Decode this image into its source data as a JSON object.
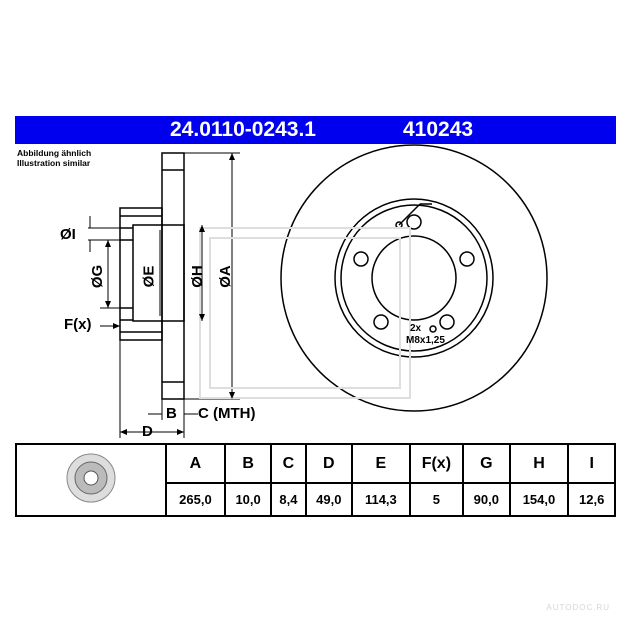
{
  "header": {
    "part_number": "24.0110-0243.1",
    "code": "410243"
  },
  "note": {
    "line1": "Abbildung ähnlich",
    "line2": "Illustration similar"
  },
  "drawing_labels": {
    "I": "ØI",
    "G": "ØG",
    "E": "ØE",
    "H": "ØH",
    "A": "ØA",
    "F": "F(x)",
    "B": "B",
    "C": "C (MTH)",
    "D": "D",
    "thread_count": "2x",
    "thread_size": "M8x1,25"
  },
  "table": {
    "headers": [
      "A",
      "B",
      "C",
      "D",
      "E",
      "F(x)",
      "G",
      "H",
      "I"
    ],
    "values": [
      "265,0",
      "10,0",
      "8,4",
      "49,0",
      "114,3",
      "5",
      "90,0",
      "154,0",
      "12,6"
    ]
  },
  "watermark": "AUTODOC.RU",
  "colors": {
    "header_bg": "#0000ee",
    "header_text": "#ffffff"
  }
}
